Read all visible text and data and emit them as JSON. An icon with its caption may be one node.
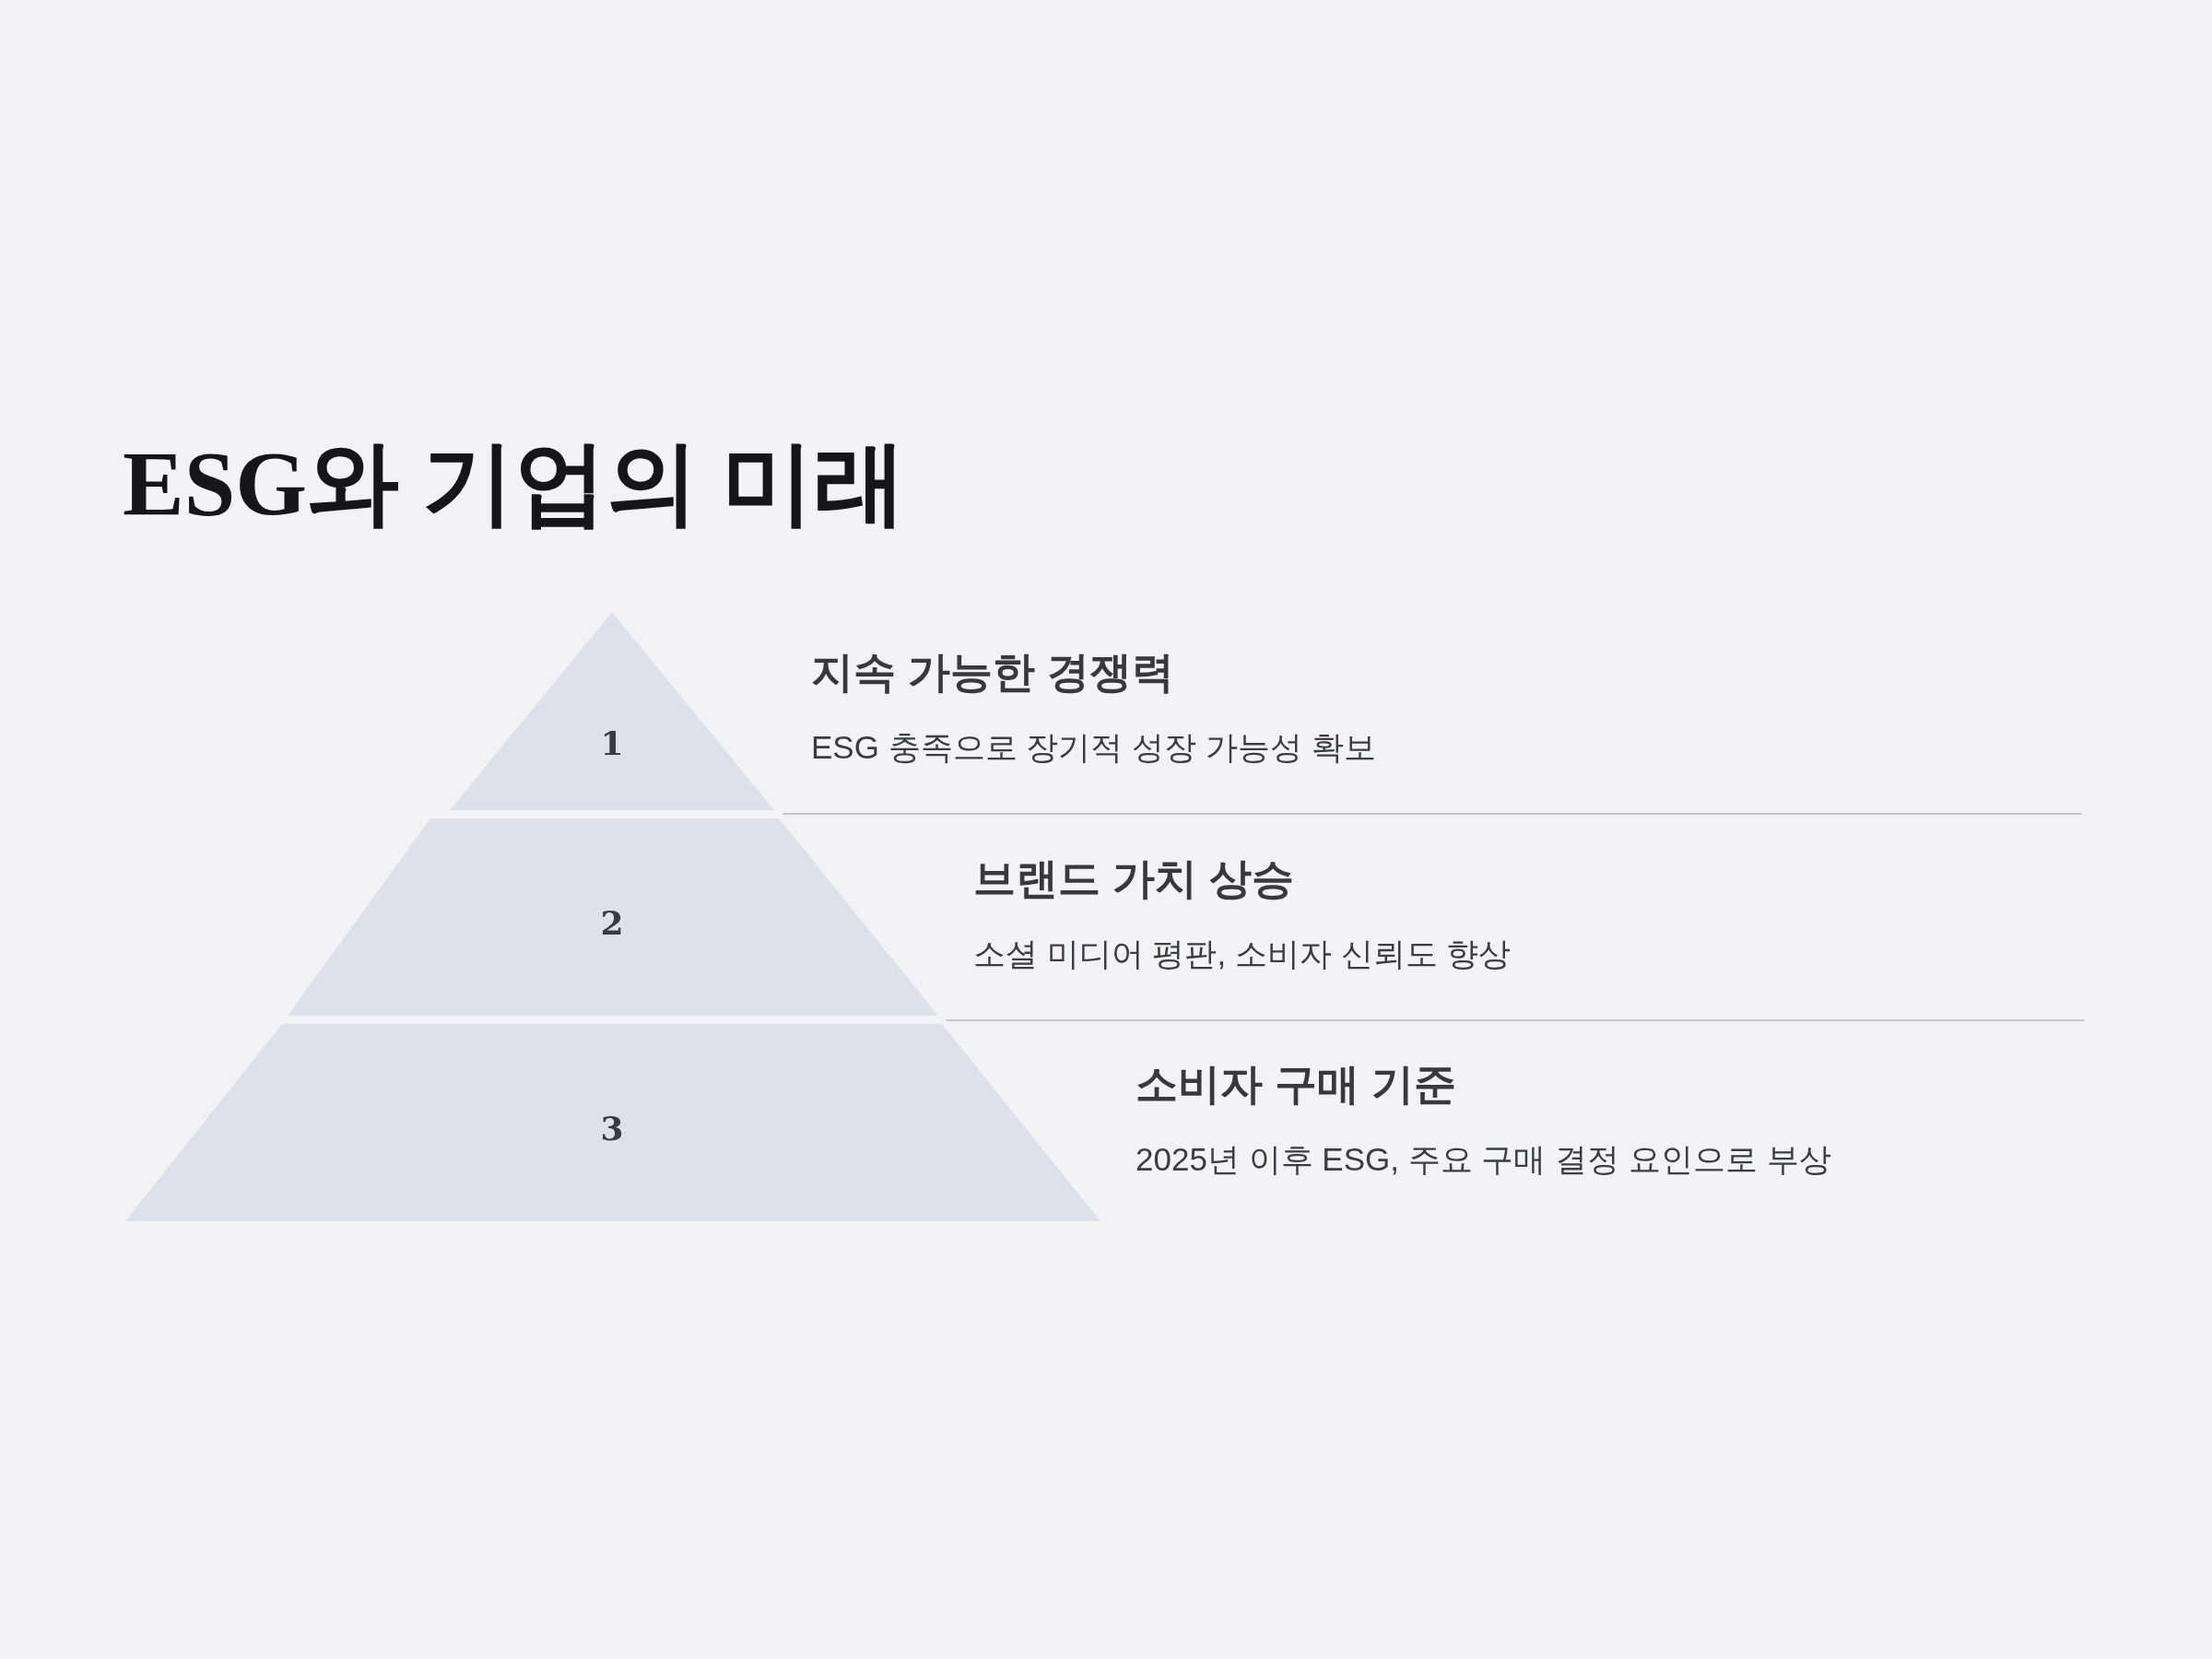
{
  "diagram": {
    "title": "ESG와 기업의 미래",
    "nodes": [
      {
        "text": [
          "1"
        ],
        "beside": [
          "지속 가능한 경쟁력",
          "ESG 충족으로 장기적 성장 가능성 확보"
        ]
      },
      {
        "text": [
          "2"
        ],
        "beside": [
          "브랜드 가치 상승",
          "소셜 미디어 평판, 소비자 신뢰도 향상"
        ]
      },
      {
        "text": [
          "3"
        ],
        "beside": [
          "소비자 구매 기준",
          "2025년 이후 ESG, 주요 구매 결정 요인으로 부상"
        ]
      }
    ]
  }
}
